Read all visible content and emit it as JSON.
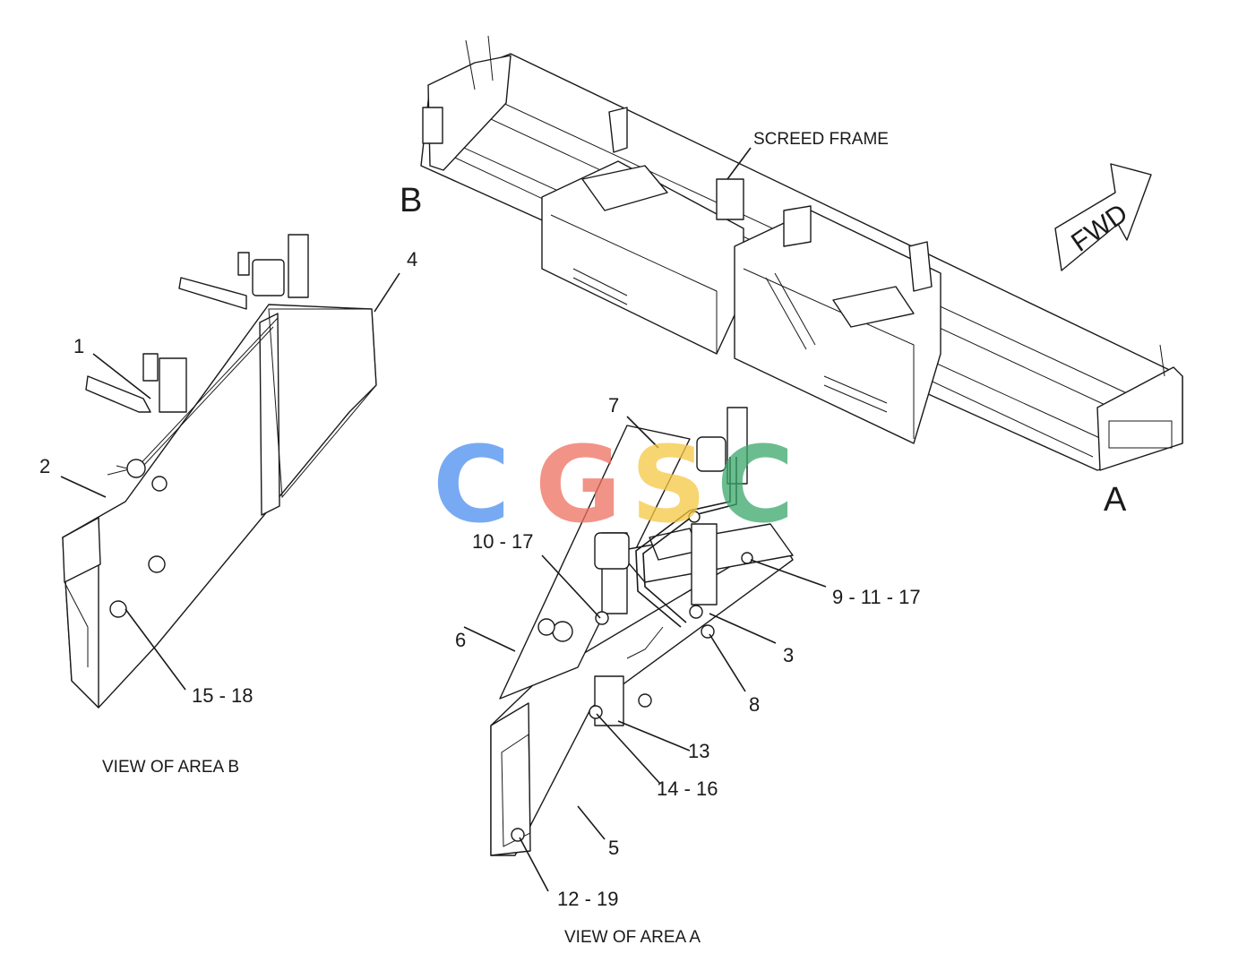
{
  "diagram": {
    "callouts": {
      "c1": "1",
      "c2": "2",
      "c3": "3",
      "c4": "4",
      "c5": "5",
      "c6": "6",
      "c7": "7",
      "c8": "8",
      "c9_11_17": "9 - 11 - 17",
      "c10_17": "10 - 17",
      "c12_19": "12 - 19",
      "c13": "13",
      "c14_16": "14 - 16",
      "c15_18": "15 - 18"
    },
    "labels": {
      "screed_frame": "SCREED FRAME",
      "area_a": "A",
      "area_b": "B",
      "fwd": "FWD"
    },
    "captions": {
      "view_b": "VIEW OF AREA B",
      "view_a": "VIEW OF AREA A"
    },
    "watermark": {
      "letters": [
        "C",
        "G",
        "S",
        "C"
      ],
      "colors": [
        "#4a8ef0",
        "#ee7060",
        "#f5c842",
        "#3aa86a"
      ]
    }
  }
}
